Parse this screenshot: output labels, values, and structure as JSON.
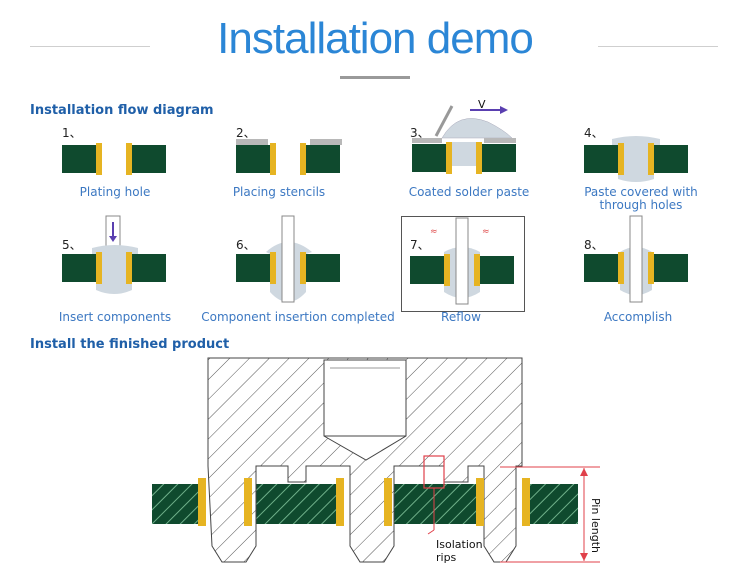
{
  "header": {
    "title": "Installation demo"
  },
  "flow": {
    "heading": "Installation flow diagram",
    "steps": [
      {
        "num": "1、",
        "caption": "Plating hole"
      },
      {
        "num": "2、",
        "caption": "Placing stencils"
      },
      {
        "num": "3、",
        "caption": "Coated solder paste",
        "arrow_label": "V"
      },
      {
        "num": "4、",
        "caption": "Paste covered with through holes"
      },
      {
        "num": "5、",
        "caption": "Insert components"
      },
      {
        "num": "6、",
        "caption": "Component insertion completed"
      },
      {
        "num": "7、",
        "caption": "Reflow"
      },
      {
        "num": "8、",
        "caption": "Accomplish"
      }
    ]
  },
  "product": {
    "heading": "Install the finished product",
    "isolation_label_1": "Isolation",
    "isolation_label_2": "rips",
    "pin_length_label": "Pin length"
  },
  "colors": {
    "title": "#2b86d6",
    "heading": "#1f5fa8",
    "caption": "#3c78c2",
    "pcb": "#0f4a2e",
    "plating": "#e6b422",
    "stencil": "#b8b8b8",
    "dim_line": "#e0404a"
  }
}
